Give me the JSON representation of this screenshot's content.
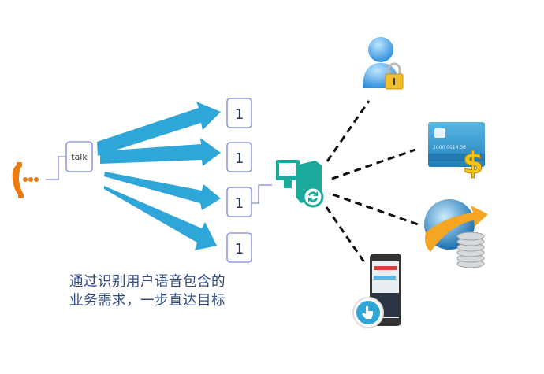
{
  "talk_label": "talk",
  "intent_boxes": [
    "1",
    "1",
    "1",
    "1"
  ],
  "card_number": "2000 0014 36",
  "dollar_sign": "$",
  "caption": {
    "line1": "通过识别用户语音包含的",
    "line2": "业务需求，一步直达目标"
  },
  "colors": {
    "arrow": "#2ea6d8",
    "box_border": "#7d86d6",
    "phone": "#ee7a10",
    "server": "#1aa99a",
    "caption": "#2f4a86"
  }
}
